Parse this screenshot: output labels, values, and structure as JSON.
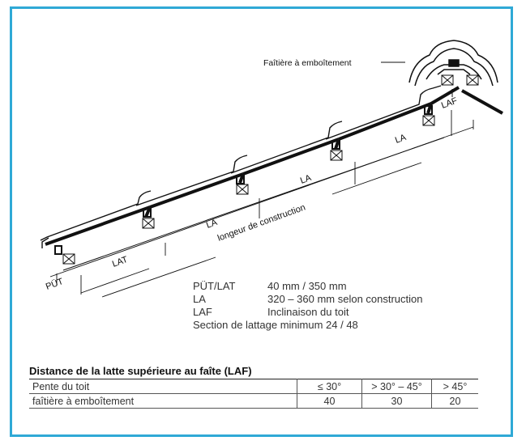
{
  "diagram": {
    "ridge_label": "Faîtière à emboîtement",
    "dim_put": "PÜT",
    "dim_lat": "LAT",
    "dim_la": "LA",
    "dim_laf": "LAF",
    "length_label": "longeur de construction"
  },
  "legend": {
    "rows": [
      {
        "key": "PÜT/LAT",
        "value": "40 mm / 350 mm"
      },
      {
        "key": "LA",
        "value": "320 – 360 mm selon construction"
      },
      {
        "key": "LAF",
        "value": "Inclinaison du toit"
      }
    ],
    "note": "Section de lattage minimum 24 / 48"
  },
  "table": {
    "title": "Distance de la latte supérieure au faîte (LAF)",
    "header": [
      "Pente du toit",
      "≤ 30°",
      "> 30° – 45°",
      "> 45°"
    ],
    "rows": [
      [
        "faîtière à emboîtement",
        "40",
        "30",
        "20"
      ]
    ]
  },
  "colors": {
    "frame": "#2fa9d6",
    "ink": "#111111"
  }
}
